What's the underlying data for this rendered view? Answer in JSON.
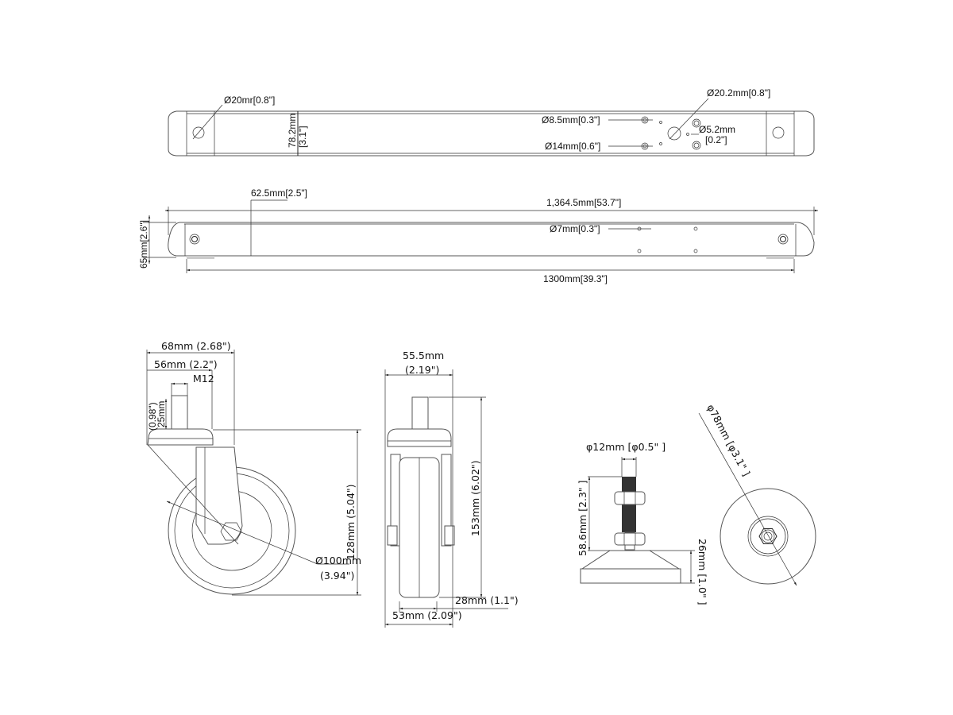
{
  "bar_top_view": {
    "end_hole_left": "Ø20mr[0.8\"]",
    "end_hole_right": "Ø20.2mm[0.8\"]",
    "width": "78.2mm",
    "width_in": "[3.1\"]",
    "hole_small_upper": "Ø8.5mm[0.3\"]",
    "hole_small_lower": "Ø14mm[0.6\"]",
    "hole_tiny": "Ø5.2mm",
    "hole_tiny_in": "[0.2\"]"
  },
  "bar_side_view": {
    "offset": "62.5mm[2.5\"]",
    "overall_length": "1,364.5mm[53.7\"]",
    "hole": "Ø7mm[0.3\"]",
    "height": "65mm[2.6\"]",
    "inner_length": "1300mm[39.3\"]"
  },
  "caster_side_view": {
    "overall_width": "68mm (2.68\")",
    "plate_width": "56mm (2.2\")",
    "thread": "M12",
    "stem_length": "25mm",
    "stem_length_in": "(0.98\")",
    "height": "128mm (5.04\")",
    "wheel_diameter": "Ø100mm",
    "wheel_diameter_in": "(3.94\")"
  },
  "caster_front_view": {
    "width": "55.5mm",
    "width_in": "(2.19\")",
    "total_height": "153mm (6.02\")",
    "wheel_width": "28mm (1.1\")",
    "base_width": "53mm (2.09\")"
  },
  "leveling_foot_side": {
    "thread_diameter": "φ12mm [φ0.5\"  ]",
    "stem_height": "58.6mm [2.3\"  ]",
    "base_height": "26mm [1.0\"  ]"
  },
  "leveling_foot_top": {
    "base_diameter": "φ78mm [φ3.1\"  ]"
  }
}
